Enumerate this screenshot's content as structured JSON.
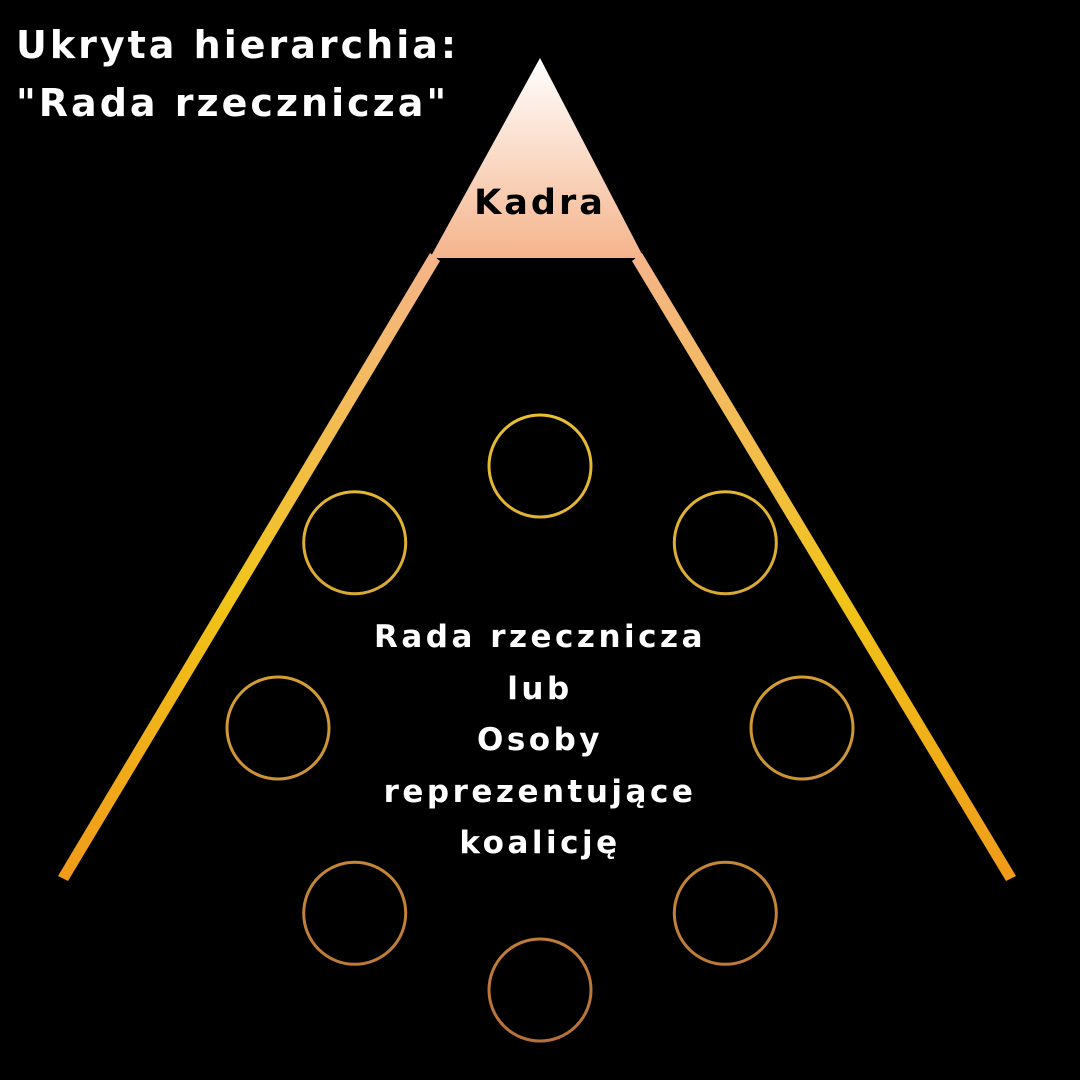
{
  "title": {
    "line1": "Ukryta hierarchia:",
    "line2": "\"Rada rzecznicza\""
  },
  "apex": {
    "label": "Kadra"
  },
  "council": {
    "lines": [
      "Rada rzecznicza",
      "lub",
      "Osoby",
      "reprezentujące",
      "koalicję"
    ],
    "member_count": 8
  },
  "colors": {
    "background": "#000000",
    "apex_top": "#ffffff",
    "apex_bottom": "#f5b48c",
    "edge_top": "#f5b48c",
    "edge_mid": "#f0c418",
    "edge_bottom": "#f09a1a",
    "circle_top": "#e8c030",
    "circle_bottom": "#b8703a",
    "text_light": "#ffffff",
    "text_dark": "#000000"
  }
}
